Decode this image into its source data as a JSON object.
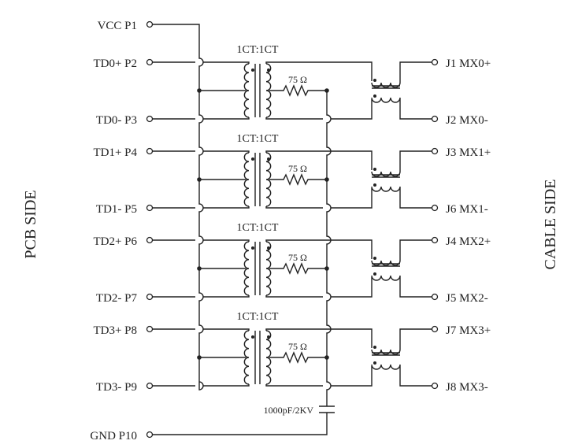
{
  "side_labels": {
    "left": "PCB SIDE",
    "right": "CABLE SIDE"
  },
  "vcc": "VCC P1",
  "gnd": "GND P10",
  "capacitor": "1000pF/2KV",
  "channels": [
    {
      "ratio": "1CT:1CT",
      "resistor": "75 Ω",
      "pos": "TD0+ P2",
      "neg": "TD0- P3",
      "out_pos": "J1 MX0+",
      "out_neg": "J2 MX0-"
    },
    {
      "ratio": "1CT:1CT",
      "resistor": "75 Ω",
      "pos": "TD1+ P4",
      "neg": "TD1- P5",
      "out_pos": "J3 MX1+",
      "out_neg": "J6 MX1-"
    },
    {
      "ratio": "1CT:1CT",
      "resistor": "75 Ω",
      "pos": "TD2+ P6",
      "neg": "TD2- P7",
      "out_pos": "J4 MX2+",
      "out_neg": "J5 MX2-"
    },
    {
      "ratio": "1CT:1CT",
      "resistor": "75 Ω",
      "pos": "TD3+ P8",
      "neg": "TD3- P9",
      "out_pos": "J7 MX3+",
      "out_neg": "J8 MX3-"
    }
  ]
}
